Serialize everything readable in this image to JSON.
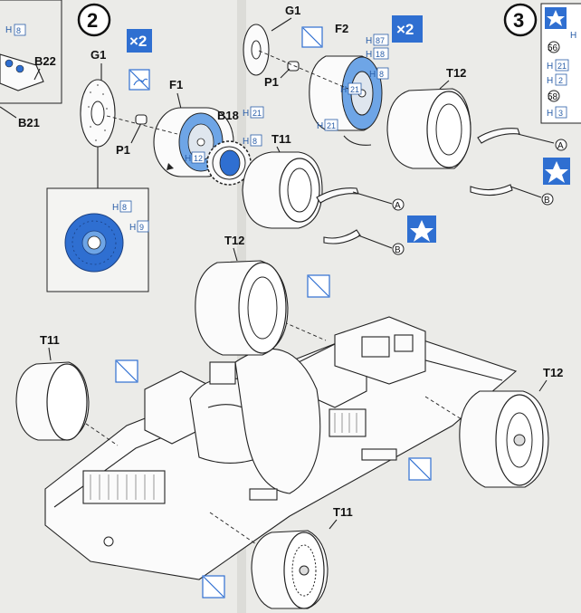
{
  "step2": {
    "number": "2",
    "multiplier": "×2"
  },
  "step2b": {
    "multiplier": "×2"
  },
  "step3": {
    "number": "3"
  },
  "parts": {
    "g1": "G1",
    "g1b": "G1",
    "p1": "P1",
    "p1b": "P1",
    "f1": "F1",
    "f2": "F2",
    "b18": "B18",
    "b22": "B22",
    "b21": "B21",
    "t11a": "T11",
    "t11b": "T11",
    "t11c": "T11",
    "t12a": "T12",
    "t12b": "T12",
    "t12c": "T12"
  },
  "colors": {
    "h8": "8",
    "h9": "9",
    "h12": "12",
    "h21": "21",
    "h18": "18",
    "h87": "87",
    "h2": "2",
    "h3": "3",
    "prefix": "H"
  },
  "callouts": {
    "a": "A",
    "b": "B",
    "n56": "56",
    "n58": "58"
  },
  "icons": [
    "no-glue-icon",
    "star-icon",
    "cement-icon"
  ],
  "accent": {
    "blue": "#2f6fd1",
    "light_blue": "#6ea5e6",
    "paper": "#ebebe8"
  }
}
